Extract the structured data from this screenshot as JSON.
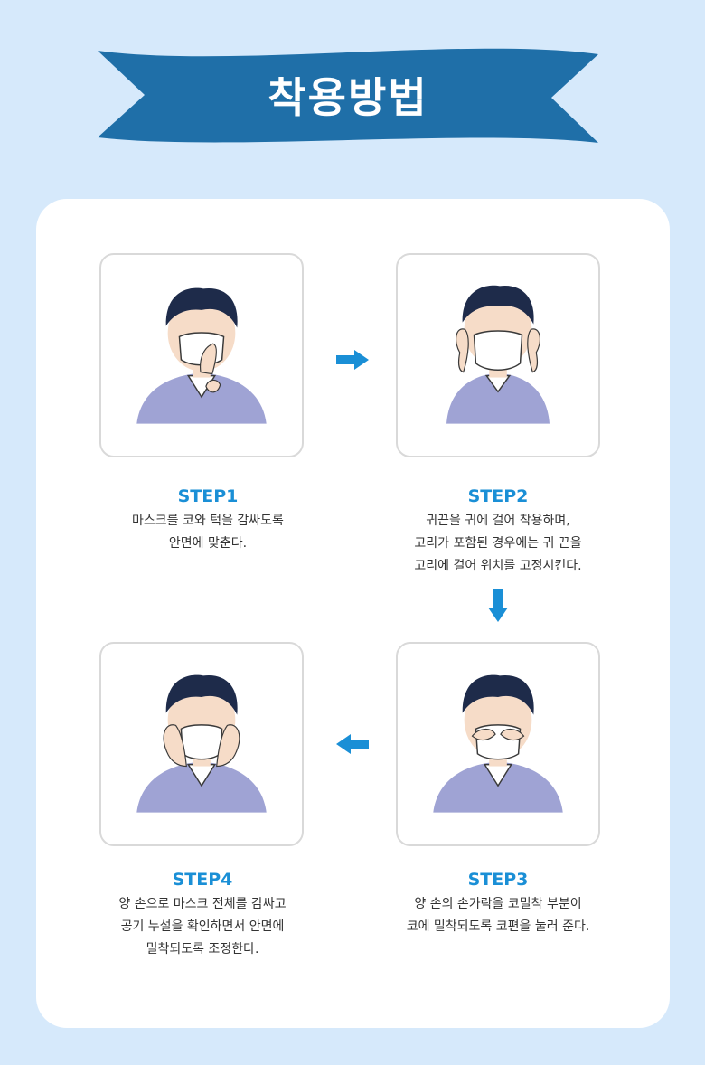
{
  "header": {
    "title": "착용방법"
  },
  "steps": [
    {
      "title": "STEP1",
      "lines": [
        "마스크를 코와 턱을 감싸도록",
        "안면에 맞춘다."
      ]
    },
    {
      "title": "STEP2",
      "lines": [
        "귀끈을 귀에 걸어 착용하며,",
        "고리가 포함된 경우에는 귀 끈을",
        "고리에 걸어 위치를 고정시킨다."
      ]
    },
    {
      "title": "STEP3",
      "lines": [
        "양 손의 손가락을 코밀착 부분이",
        "코에 밀착되도록 코편을 눌러 준다."
      ]
    },
    {
      "title": "STEP4",
      "lines": [
        "양 손으로 마스크 전체를 감싸고",
        "공기 누설을 확인하면서 안면에",
        "밀착되도록 조정한다."
      ]
    }
  ],
  "colors": {
    "banner": "#1f6fa8",
    "background": "#d6e9fb",
    "accent": "#1a8fd6",
    "sweater": "#9fa3d4"
  },
  "icons": {
    "arrow_1": "arrow-right-icon",
    "arrow_2": "arrow-down-icon",
    "arrow_3": "arrow-left-icon"
  }
}
